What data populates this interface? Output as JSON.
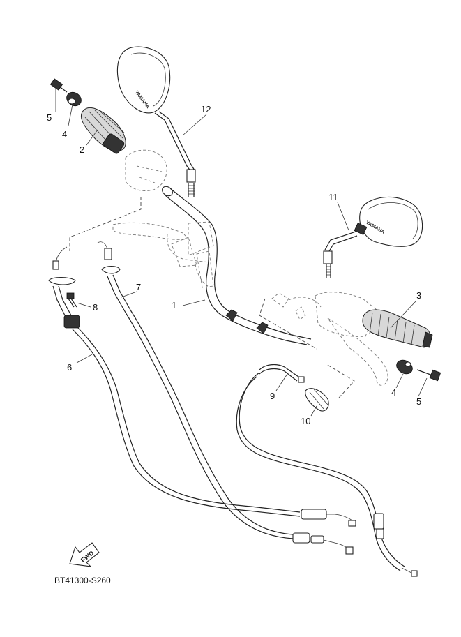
{
  "callouts": {
    "c1": "1",
    "c2": "2",
    "c3": "3",
    "c4_left": "4",
    "c4_right": "4",
    "c5_left": "5",
    "c5_right": "5",
    "c6": "6",
    "c7": "7",
    "c8": "8",
    "c9": "9",
    "c10": "10",
    "c11": "11",
    "c12": "12"
  },
  "mirror_brand_left": "YAMAHA",
  "mirror_brand_right": "YAMAHA",
  "fwd_label": "FWD",
  "diagram_code": "BT41300-S260"
}
